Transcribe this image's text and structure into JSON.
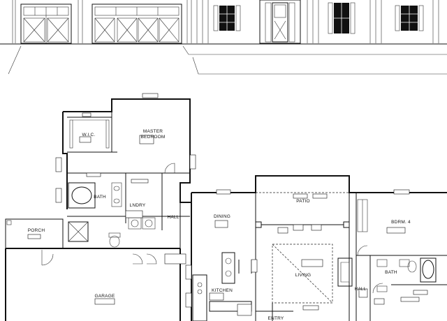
{
  "rooms": {
    "master_bedroom": [
      "MASTER",
      "BEDROOM"
    ],
    "wic": "W.I.C.",
    "bath_master": "BATH",
    "laundry": "LNDRY",
    "hall_west": "HALL",
    "porch": "PORCH",
    "garage": "GARAGE",
    "dining": "DINING",
    "kitchen": "KITCHEN",
    "patio": "PATIO",
    "living": "LIVING",
    "entry": "ENTRY",
    "bedroom_4": "BDRM. 4",
    "bath_east": "BATH",
    "hall_east": "HALL"
  }
}
